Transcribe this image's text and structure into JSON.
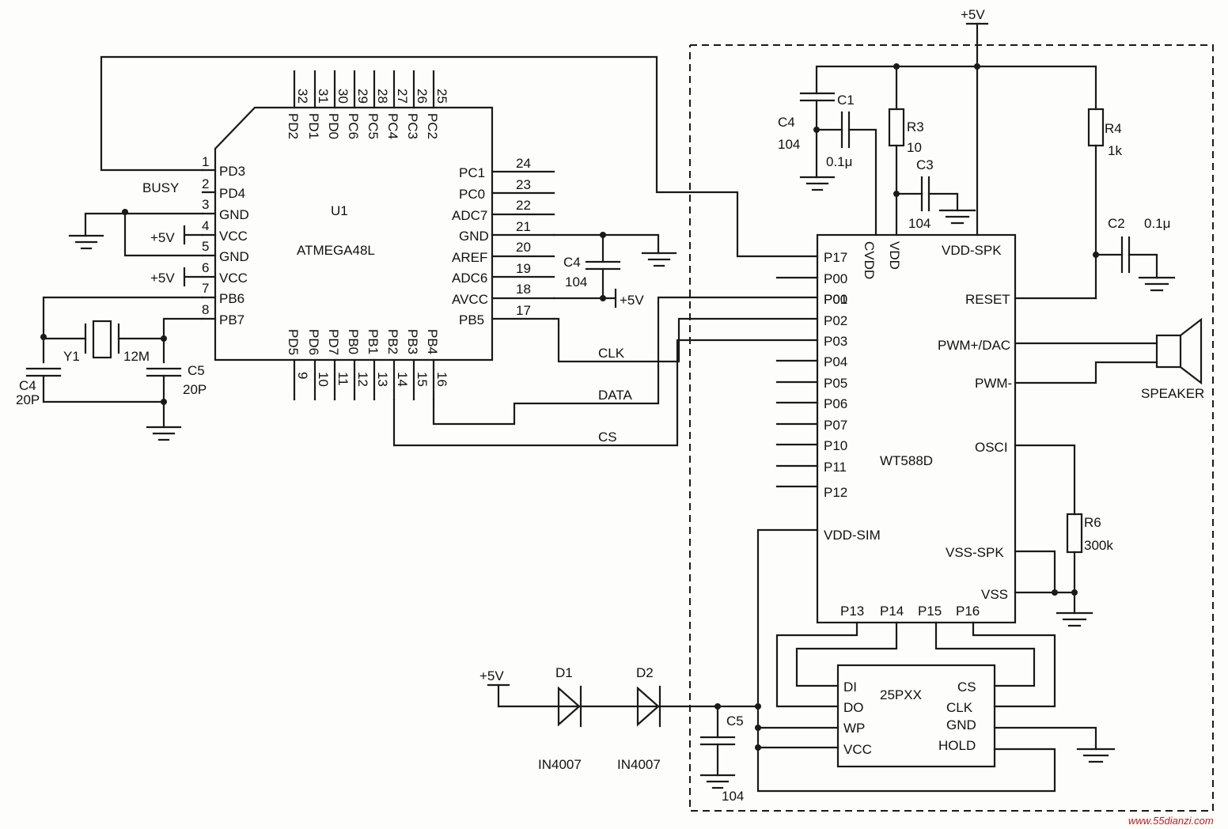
{
  "mcu": {
    "ref": "U1",
    "part": "ATMEGA48L",
    "left_pins": [
      {
        "num": "1",
        "name": "PD3"
      },
      {
        "num": "2",
        "name": "PD4"
      },
      {
        "num": "3",
        "name": "GND"
      },
      {
        "num": "4",
        "name": "VCC"
      },
      {
        "num": "5",
        "name": "GND"
      },
      {
        "num": "6",
        "name": "VCC"
      },
      {
        "num": "7",
        "name": "PB6"
      },
      {
        "num": "8",
        "name": "PB7"
      }
    ],
    "right_pins": [
      {
        "num": "24",
        "name": "PC1"
      },
      {
        "num": "23",
        "name": "PC0"
      },
      {
        "num": "22",
        "name": "ADC7"
      },
      {
        "num": "21",
        "name": "GND"
      },
      {
        "num": "20",
        "name": "AREF"
      },
      {
        "num": "19",
        "name": "ADC6"
      },
      {
        "num": "18",
        "name": "AVCC"
      },
      {
        "num": "17",
        "name": "PB5"
      }
    ],
    "top_pins": [
      {
        "num": "32",
        "name": "PD2"
      },
      {
        "num": "31",
        "name": "PD1"
      },
      {
        "num": "30",
        "name": "PD0"
      },
      {
        "num": "29",
        "name": "PC6"
      },
      {
        "num": "28",
        "name": "PC5"
      },
      {
        "num": "27",
        "name": "PC4"
      },
      {
        "num": "26",
        "name": "PC3"
      },
      {
        "num": "25",
        "name": "PC2"
      }
    ],
    "bottom_pins": [
      {
        "num": "9",
        "name": "PD5"
      },
      {
        "num": "10",
        "name": "PD6"
      },
      {
        "num": "11",
        "name": "PD7"
      },
      {
        "num": "12",
        "name": "PB0"
      },
      {
        "num": "13",
        "name": "PB1"
      },
      {
        "num": "14",
        "name": "PB2"
      },
      {
        "num": "15",
        "name": "PB3"
      },
      {
        "num": "16",
        "name": "PB4"
      }
    ]
  },
  "voice": {
    "part": "WT588D",
    "left_pins": [
      "P17",
      "P00",
      "P01",
      "P02",
      "P03",
      "P04",
      "P05",
      "P06",
      "P07",
      "P10",
      "P11",
      "P12",
      "VDD-SIM"
    ],
    "top_pins": [
      "CVDD",
      "VDD",
      "VDD-SPK"
    ],
    "right_pins": [
      "RESET",
      "PWM+/DAC",
      "PWM-",
      "OSCI",
      "VSS-SPK",
      "VSS"
    ],
    "bottom_pins": [
      "P13",
      "P14",
      "P15",
      "P16"
    ]
  },
  "flash": {
    "part": "25PXX",
    "left_pins": [
      "DI",
      "DO",
      "WP",
      "VCC"
    ],
    "right_pins": [
      "CS",
      "CLK",
      "GND",
      "HOLD"
    ]
  },
  "signals": {
    "busy": "BUSY",
    "clk": "CLK",
    "data": "DATA",
    "cs": "CS"
  },
  "power": {
    "vcc": "+5V"
  },
  "components": {
    "c1": {
      "ref": "C1",
      "value": "0.1μ"
    },
    "c2": {
      "ref": "C2",
      "value": "0.1μ"
    },
    "c3": {
      "ref": "C3",
      "value": "104"
    },
    "c4_top": {
      "ref": "C4",
      "value": "104"
    },
    "c4_mid": {
      "ref": "C4",
      "value": "104"
    },
    "c4_xtal": {
      "ref": "C4",
      "value": "20P"
    },
    "c5_xtal": {
      "ref": "C5",
      "value": "20P"
    },
    "c5_bot": {
      "ref": "C5",
      "value": "104"
    },
    "r3": {
      "ref": "R3",
      "value": "10"
    },
    "r4": {
      "ref": "R4",
      "value": "1k"
    },
    "r6": {
      "ref": "R6",
      "value": "300k"
    },
    "y1": {
      "ref": "Y1",
      "value": "12M"
    },
    "d1": {
      "ref": "D1",
      "value": "IN4007"
    },
    "d2": {
      "ref": "D2",
      "value": "IN4007"
    },
    "speaker": {
      "ref": "SPEAKER"
    }
  },
  "watermark": "www.55dianzi.com"
}
